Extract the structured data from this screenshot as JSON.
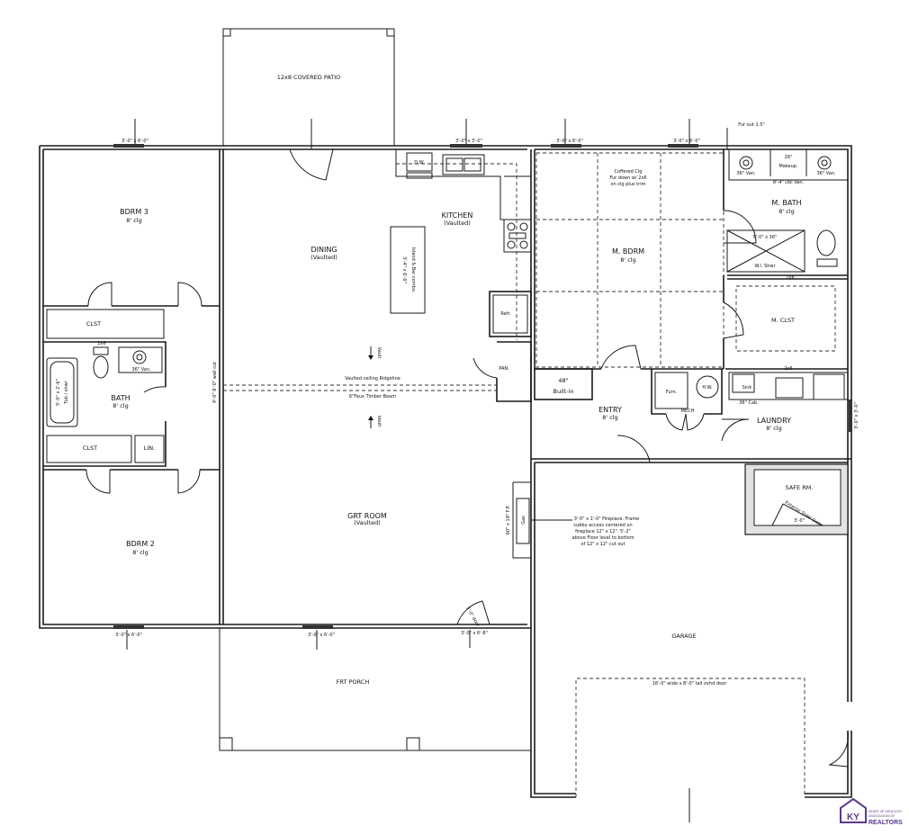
{
  "rooms": {
    "patio": "12x8 COVERED PATIO",
    "bdrm3": "BDRM 3",
    "bdrm3_clg": "8' clg",
    "dining": "DINING",
    "dining_sub": "(Vaulted)",
    "kitchen": "KITCHEN",
    "kitchen_sub": "(Vaulted)",
    "mbdrm": "M. BDRM",
    "mbdrm_clg": "8' clg",
    "mbath": "M. BATH",
    "mbath_clg": "8' clg",
    "mclst": "M. CLST",
    "clst1": "CLST",
    "clst2": "CLST",
    "bath": "BATH",
    "bath_clg": "8' clg",
    "lin": "LIN.",
    "bdrm2": "BDRM 2",
    "bdrm2_clg": "8' clg",
    "grtroom": "GRT ROOM",
    "grtroom_sub": "(Vaulted)",
    "entry": "ENTRY",
    "entry_clg": "8' clg",
    "laundry": "LAUNDRY",
    "laundry_clg": "8' clg",
    "garage": "GARAGE",
    "frtporch": "FRT PORCH",
    "safe_rm": "SAFE RM.",
    "pan": "PAN.",
    "refr": "Refr.",
    "builtin_a": "48\"",
    "builtin_b": "Built-in",
    "mech": "MECH",
    "furn": "Furn.",
    "hw": "H.W.",
    "sink": "Sink",
    "cab": "36\" Cab.",
    "dw": "D.W.",
    "wi_shwr": "W.I. Shwr",
    "shwr_size": "5'-0\" x 36\"",
    "van36_a": "36\" Van.",
    "makeup_a": "26\"",
    "makeup_b": "Makeup.",
    "van36_b": "36\" Van.",
    "dbl_van": "8'-4\" Dbl Van.",
    "bath_van": "36\" Van.",
    "tub_a": "5'-0\" x 2'-6\"",
    "tub_b": "Tub / shwr",
    "gas": "Gas",
    "fp": "60\" x 18\" F.P.",
    "island_a": "3'-4\" x 6'-0\"",
    "island_b": "Island & Bar combo.",
    "twox6_a": "2x6",
    "twox6_b": "2x6",
    "twox6_c": "2x6"
  },
  "notes": {
    "ridge": "Vaulted ceiling Ridgeline",
    "beam": "6\"Faux Timber Beam",
    "vault_up": "Vault",
    "vault_dn": "Vault",
    "wall_cut": "4'-0\" 8'-0\" wall cut",
    "coffered_a": "Coffered Clg",
    "coffered_b": "Fur down w/ 2x6",
    "coffered_c": "on clg plus trim",
    "fur_out": "Fur out 1.5\"",
    "fireplace_a": "3'-0\" x 1'-0\" Fireplace. Frame",
    "fireplace_b": "cubby access centered on",
    "fireplace_c": "fireplace 12\" x 12\". 5'-2\"",
    "fireplace_d": "above Floor level to bottom",
    "fireplace_e": "of 12\" x 12\" cut out",
    "garage_door": "16'-0\" wide x 8'-0\" tall ovhd door",
    "front_door": "3'-0\" door",
    "front_door_size": "3'-0\" x 6'-8\"",
    "safe_door": "Exterior Steel Door",
    "safe_door_size": "3'-0\""
  },
  "windows": {
    "w1": "3'-0\" x 6'-0\"",
    "w2": "3'-0\" x 3'-0\"",
    "w3": "3'-0\" x 6'-0\"",
    "w4": "3'-0\" x 6'-0\"",
    "w5": "3'-0\" x 6'-0\"",
    "w6": "3'-0\" x 6'-0\"",
    "w7": "3'-0\" x 3'-0\""
  },
  "logo": {
    "mark": "KY",
    "line1": "HEART OF KENTUCKY",
    "line2": "ASSOCIATION OF",
    "line3": "REALTORS",
    "color": "#5a3a8c"
  }
}
